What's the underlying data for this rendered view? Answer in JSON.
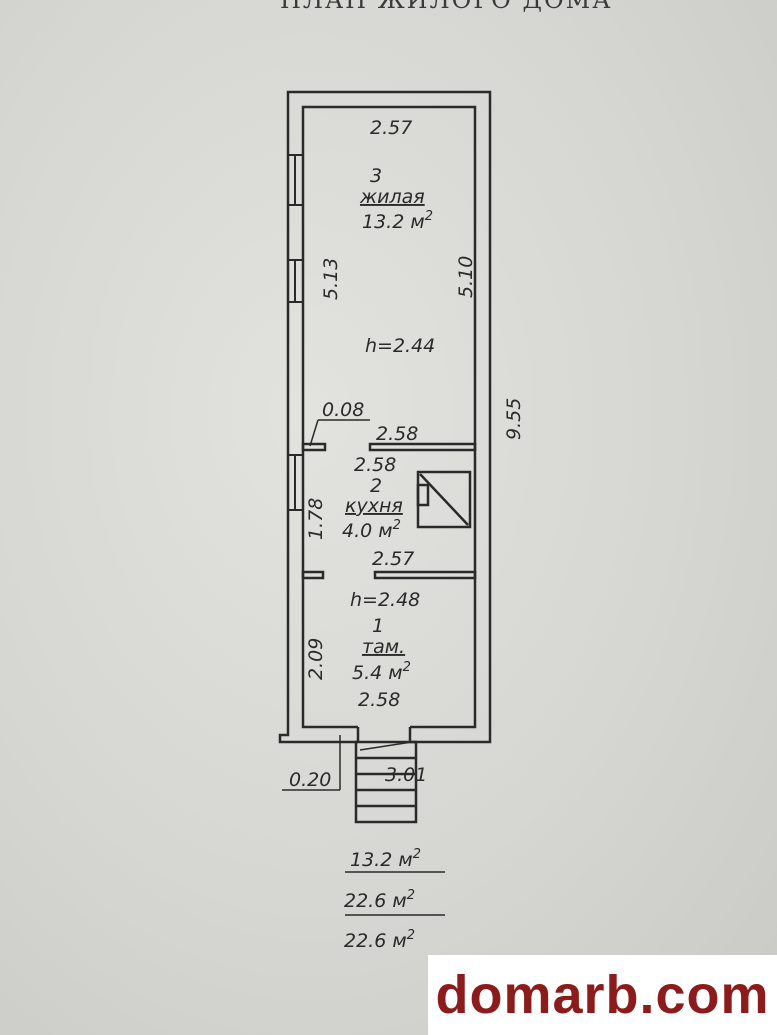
{
  "document": {
    "title": "ПЛАН ЖИЛОГО ДОМА"
  },
  "rooms": [
    {
      "number": "3",
      "name": "жилая",
      "area": "13.2 м",
      "area_sup": "2",
      "height": "h=2.44"
    },
    {
      "number": "2",
      "name": "кухня",
      "area": "4.0 м",
      "area_sup": "2"
    },
    {
      "number": "1",
      "name": "там.",
      "area": "5.4 м",
      "area_sup": "2",
      "height": "h=2.48"
    }
  ],
  "dimensions": {
    "top_width": "2.57",
    "room3_left": "5.13",
    "room3_right": "5.10",
    "total_length": "9.55",
    "wall_thickness": "0.08",
    "partition1_width": "2.58",
    "kitchen_width": "2.58",
    "kitchen_left": "1.78",
    "partition2_width": "2.57",
    "vestibule_left": "2.09",
    "vestibule_width": "2.58",
    "outer_wall": "0.20",
    "stairs": "3.01"
  },
  "summary": [
    {
      "value": "13.2 м",
      "sup": "2"
    },
    {
      "value": "22.6 м",
      "sup": "2"
    },
    {
      "value": "22.6 м",
      "sup": "2"
    }
  ],
  "watermark": "domarb.com"
}
